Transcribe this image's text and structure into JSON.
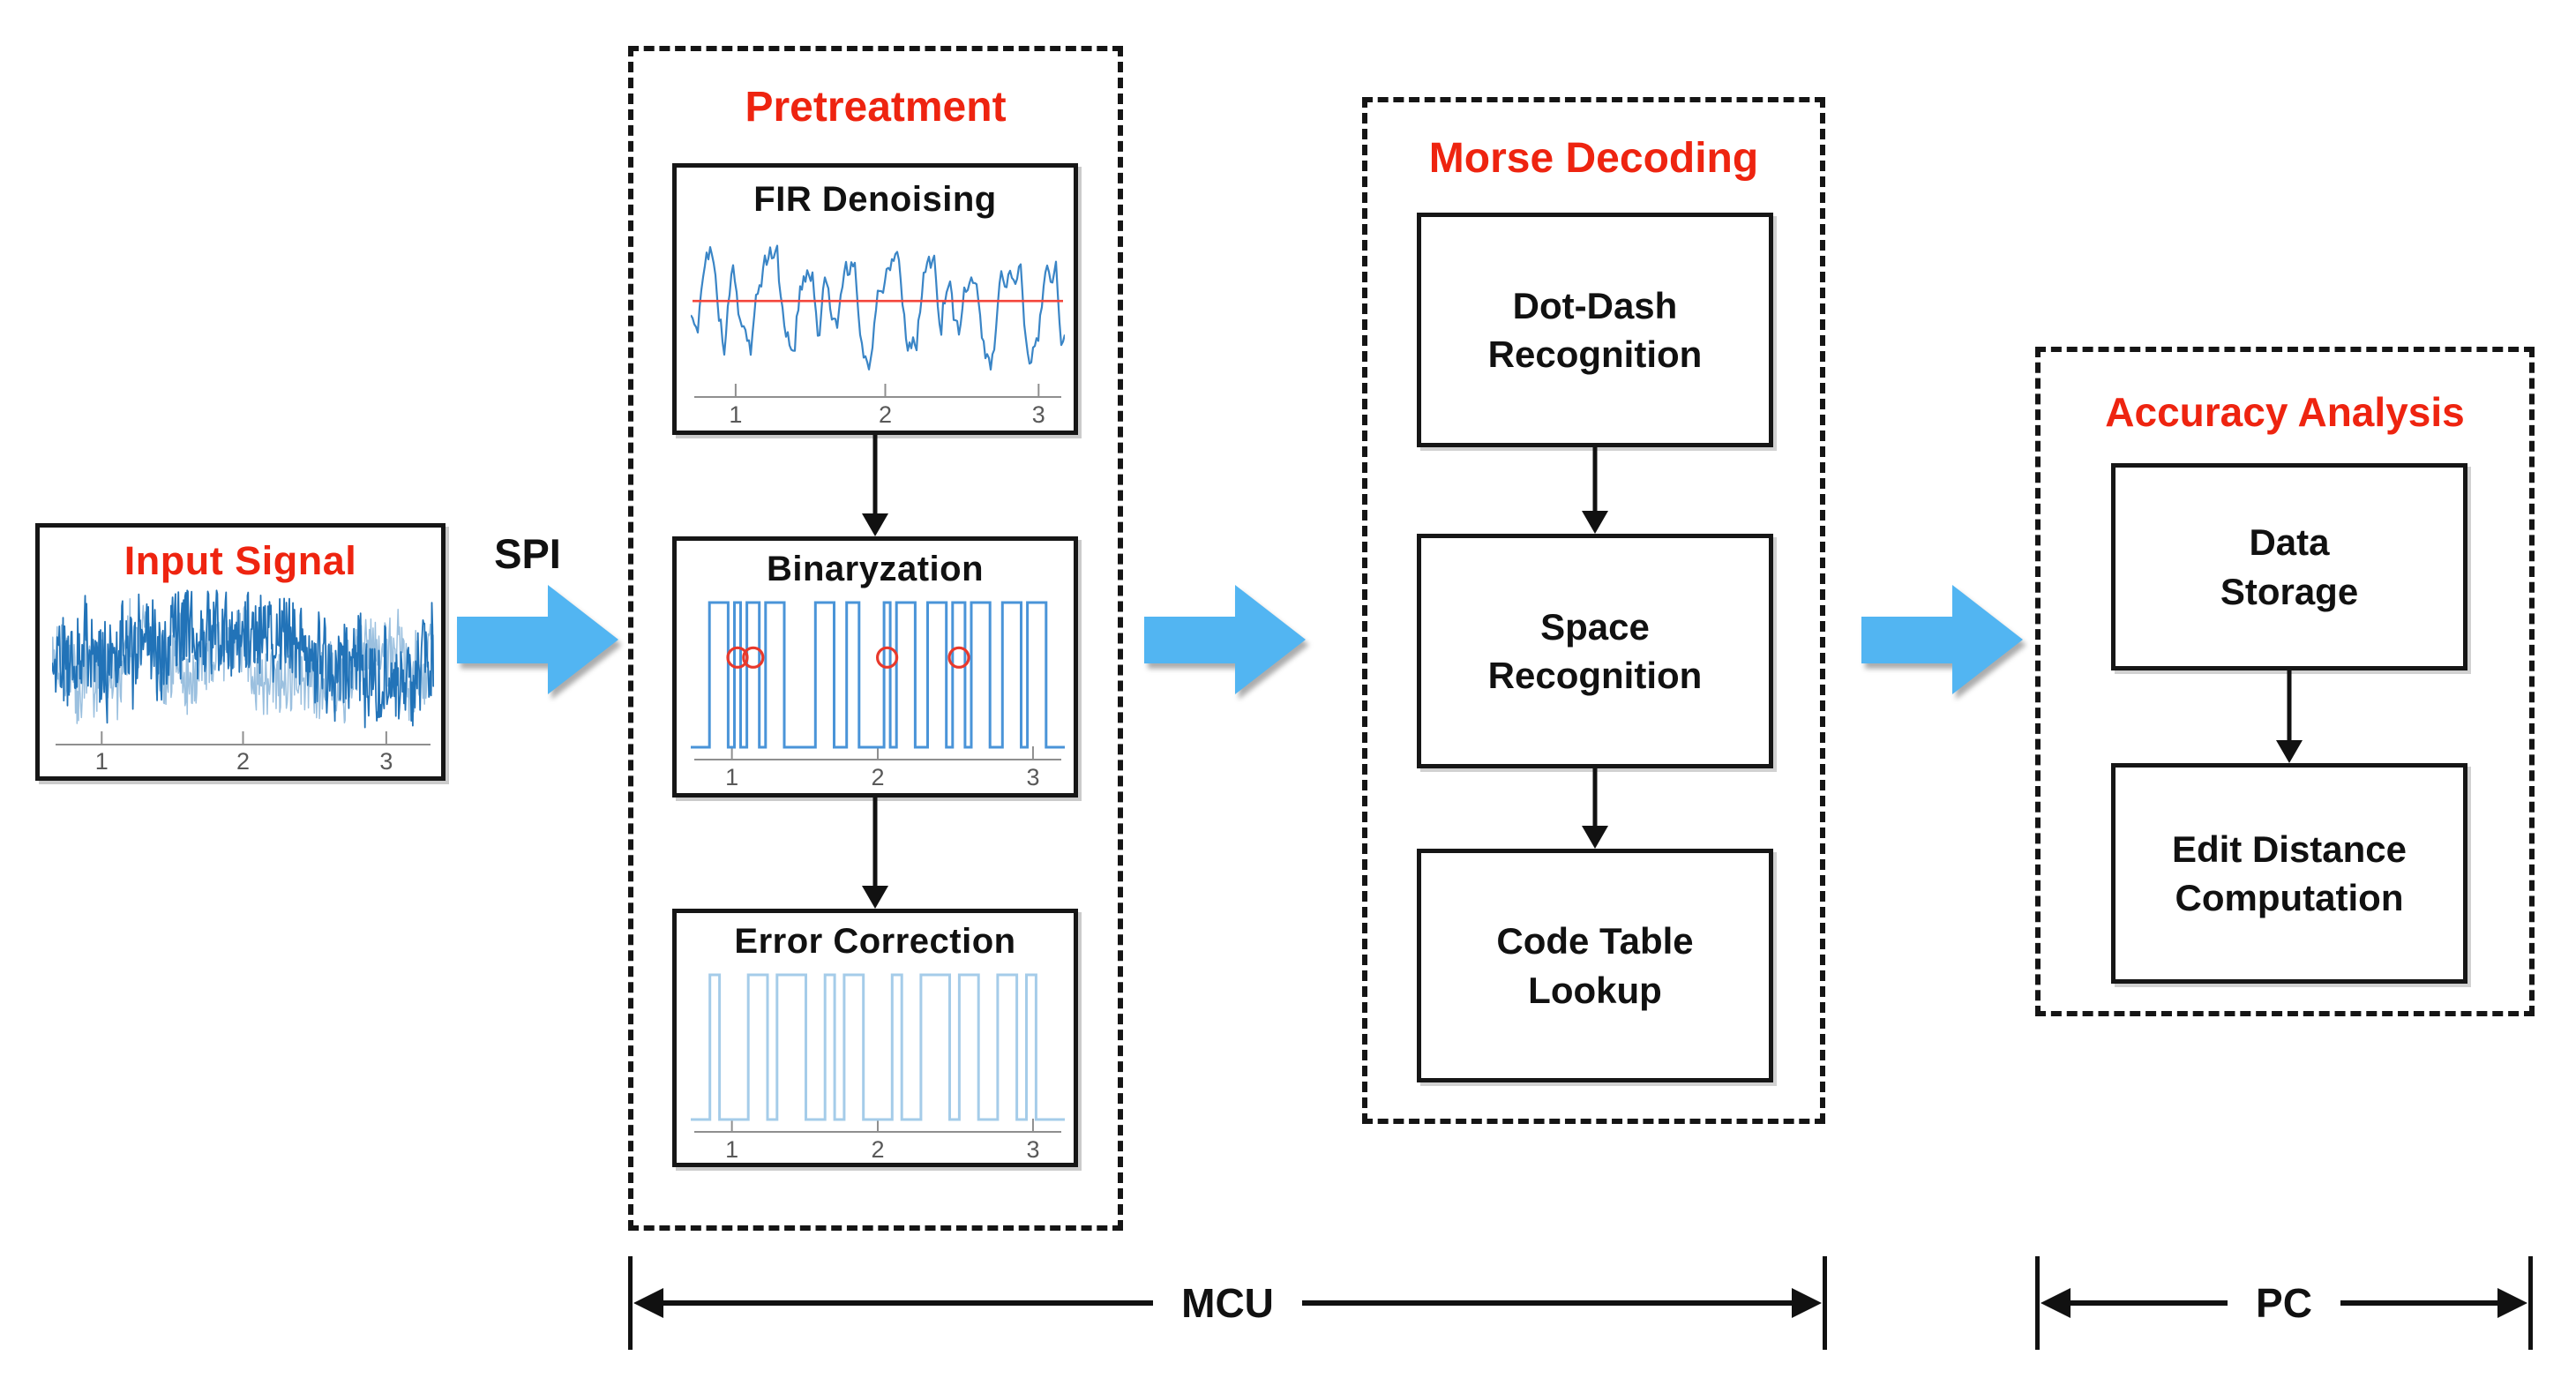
{
  "colors": {
    "accent_red": "#ee2410",
    "arrow_blue": "#52b5f2",
    "signal_blue": "#2273b8",
    "fir_blue": "#3a85c6",
    "square_blue": "#4a94d8",
    "light_blue": "#a5cce9",
    "fir_line_red": "#f4453a",
    "circle_red": "#e8392c",
    "axis_gray": "#8f8f8f",
    "tick_label_gray": "#595959",
    "ink": "#111111"
  },
  "input": {
    "title": "Input Signal",
    "ticks": [
      "1",
      "2",
      "3"
    ]
  },
  "spi": {
    "label": "SPI"
  },
  "pretreatment": {
    "title": "Pretreatment",
    "fir": {
      "title": "FIR Denoising",
      "ticks": [
        "1",
        "2",
        "3"
      ]
    },
    "binaryzation": {
      "title": "Binaryzation",
      "ticks": [
        "1",
        "2",
        "3"
      ]
    },
    "error": {
      "title": "Error Correction",
      "ticks": [
        "1",
        "2",
        "3"
      ]
    }
  },
  "morse": {
    "title": "Morse Decoding",
    "dotdash": {
      "line1": "Dot-Dash",
      "line2": "Recognition"
    },
    "space": {
      "line1": "Space",
      "line2": "Recognition"
    },
    "code": {
      "line1": "Code Table",
      "line2": "Lookup"
    }
  },
  "accuracy": {
    "title": "Accuracy Analysis",
    "data": {
      "line1": "Data",
      "line2": "Storage"
    },
    "edit": {
      "line1": "Edit Distance",
      "line2": "Computation"
    }
  },
  "spans": {
    "mcu": "MCU",
    "pc": "PC"
  },
  "waveforms": {
    "binaryzation_bits": "000111010110111000001110011000010111001110110111001110111000",
    "error_bits": "001000110111001011000100111011001101000",
    "fir_bits": "0110100111001101011001110011010110011100110",
    "binaryzation_circles": [
      0.125,
      0.167,
      0.525,
      0.717
    ],
    "binaryzation_circle_level": 0.38
  }
}
